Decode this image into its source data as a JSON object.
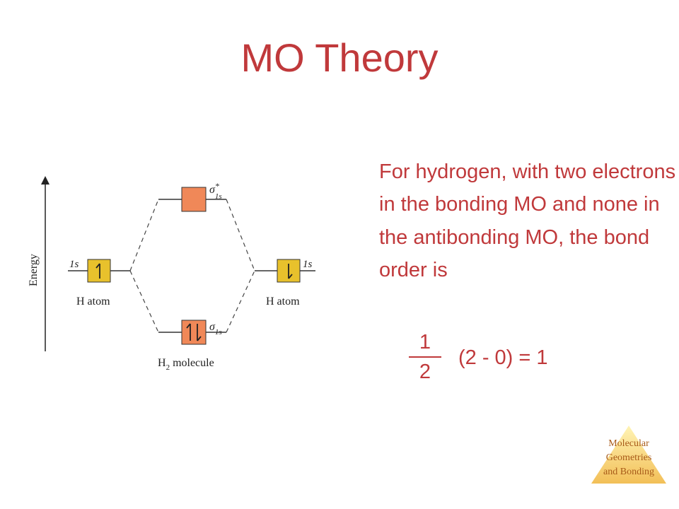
{
  "slide": {
    "title": "MO Theory",
    "body": "For hydrogen, with two electrons in the bonding MO and none in the antibonding MO, the bond order is",
    "formula": {
      "numerator": "1",
      "denominator": "2",
      "expression": "(2 - 0) = 1"
    }
  },
  "diagram": {
    "energy_axis_label": "Energy",
    "left_orbital_label": "1s",
    "right_orbital_label": "1s",
    "left_atom_label": "H atom",
    "right_atom_label": "H atom",
    "antibonding_label": "σ",
    "antibonding_sup": "*",
    "antibonding_sub": "1s",
    "bonding_label": "σ",
    "bonding_sub": "1s",
    "molecule_label_prefix": "H",
    "molecule_label_sub": "2",
    "molecule_label_suffix": " molecule",
    "electrons": {
      "left_atom": 1,
      "right_atom": 1,
      "bonding": 2,
      "antibonding": 0
    },
    "colors": {
      "atomic_orbital": "#e8c12c",
      "molecular_orbital": "#f08858",
      "line": "#333333"
    }
  },
  "logo": {
    "line1": "Molecular",
    "line2": "Geometries",
    "line3": "and Bonding"
  },
  "colors": {
    "accent": "#c0393b"
  }
}
